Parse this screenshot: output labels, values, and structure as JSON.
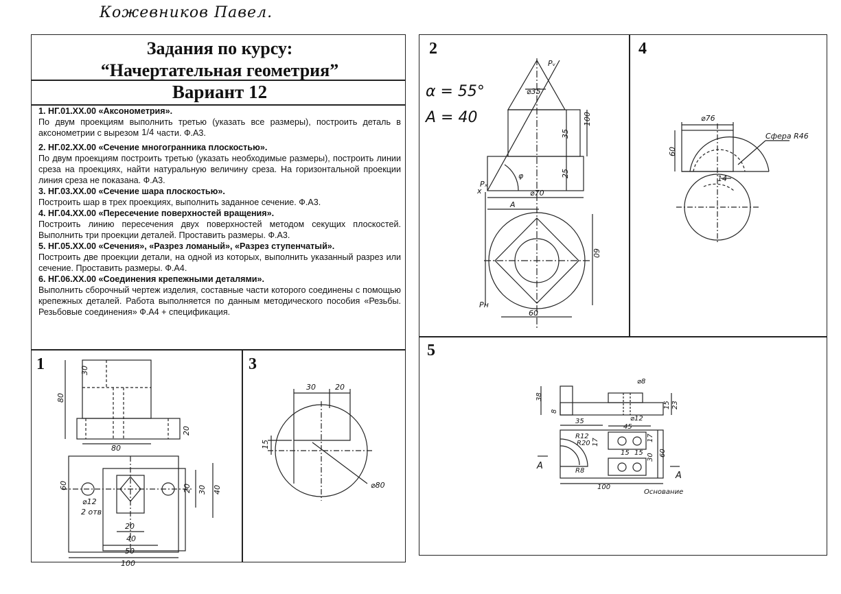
{
  "author": "Кожевников Павел.",
  "title": {
    "line1": "Задания по курсу:",
    "line2": "“Начертательная геометрия”",
    "line3": "Вариант 12"
  },
  "tasks": [
    {
      "heading": "1. НГ.01.ХХ.00 «Аксонометрия».",
      "body_before": "По двум проекциям выполнить третью (указать все размеры), построить деталь в аксонометрии с вырезом",
      "fraction": "1/4",
      "body_after": "части. Ф.А3."
    },
    {
      "heading": "2. НГ.02.ХХ.00 «Сечение многогранника плоскостью».",
      "body": "По двум проекциям построить третью (указать необходимые размеры), построить линии среза на проекциях, найти натуральную величину среза. На горизонтальной проекции линия среза не показана. Ф.А3."
    },
    {
      "heading": "3. НГ.03.ХХ.00 «Сечение шара плоскостью».",
      "body": "Построить шар в трех проекциях, выполнить заданное сечение. Ф.А3."
    },
    {
      "heading": "4. НГ.04.ХХ.00 «Пересечение поверхностей вращения».",
      "body": "Построить линию пересечения двух поверхностей методом секущих плоскостей. Выполнить три проекции деталей. Проставить размеры. Ф.А3."
    },
    {
      "heading": "5. НГ.05.ХХ.00 «Сечения», «Разрез ломаный», «Разрез ступенчатый».",
      "body": "Построить две проекции детали, на одной из которых, выполнить указанный разрез или сечение. Проставить размеры. Ф.А4."
    },
    {
      "heading": "6. НГ.06.ХХ.00 «Соединения крепежными деталями».",
      "body": "Выполнить сборочный чертеж изделия, составные части которого соединены с помощью крепежных деталей. Работа выполняется по данным методического пособия «Резьбы. Резьбовые соединения» Ф.А4 + спецификация."
    }
  ],
  "panels": {
    "p1": {
      "number": "1",
      "dims": {
        "d30": "30",
        "d80v": "80",
        "d20a": "20",
        "d80h": "80",
        "d60": "60",
        "d20b": "20",
        "d30b": "30",
        "d40": "40",
        "phi12": "⌀12",
        "holes": "2 отв",
        "d20c": "20",
        "d40b": "40",
        "d50": "50",
        "d100": "100"
      }
    },
    "p2": {
      "number": "2",
      "alpha": "α = 55°",
      "a_val": "A = 40",
      "dims": {
        "phi35": "⌀35",
        "pv": "Pᵥ",
        "d35": "35",
        "d100": "100",
        "d25": "25",
        "px": "Pₓ",
        "x": "x",
        "phi70": "⌀70",
        "a": "A",
        "d60v": "60",
        "ph": "Pн",
        "d60h": "60",
        "phi_small": "φ"
      }
    },
    "p3": {
      "number": "3",
      "dims": {
        "d30": "30",
        "d20": "20",
        "d15": "15",
        "phi80": "⌀80"
      }
    },
    "p4": {
      "number": "4",
      "dims": {
        "phi76": "⌀76",
        "sphere": "Сфера R46",
        "d60": "60",
        "d14": "14"
      }
    },
    "p5": {
      "number": "5",
      "dims": {
        "phi8": "⌀8",
        "d38": "38",
        "d8": "8",
        "d15": "15",
        "d23": "23",
        "d35": "35",
        "phi12": "⌀12",
        "d45": "45",
        "r12": "R12",
        "r20": "R20",
        "d17a": "17",
        "d17b": "17",
        "d60": "60",
        "d30": "30",
        "d15a": "15",
        "d15b": "15",
        "a1": "A",
        "a2": "A",
        "r8": "R8",
        "d100": "100",
        "base": "Основание"
      }
    }
  }
}
